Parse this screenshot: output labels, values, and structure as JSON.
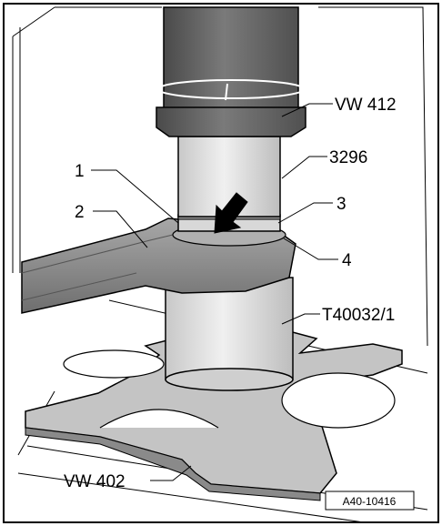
{
  "figure": {
    "reference": "A40-10416",
    "callouts": {
      "c1": "1",
      "c2": "2",
      "c3": "3",
      "c4": "4",
      "vw412": "VW 412",
      "p3296": "3296",
      "t40032": "T40032/1",
      "vw402": "VW 402"
    },
    "colors": {
      "tool_dark": "#5f5f5f",
      "cylinder_light": "#d9d9d9",
      "lever": "#8c8c8c",
      "plate": "#bfbfbf",
      "arrow": "#000000",
      "outline": "#000000"
    },
    "icons": [
      "arrow-indicator-icon"
    ]
  }
}
